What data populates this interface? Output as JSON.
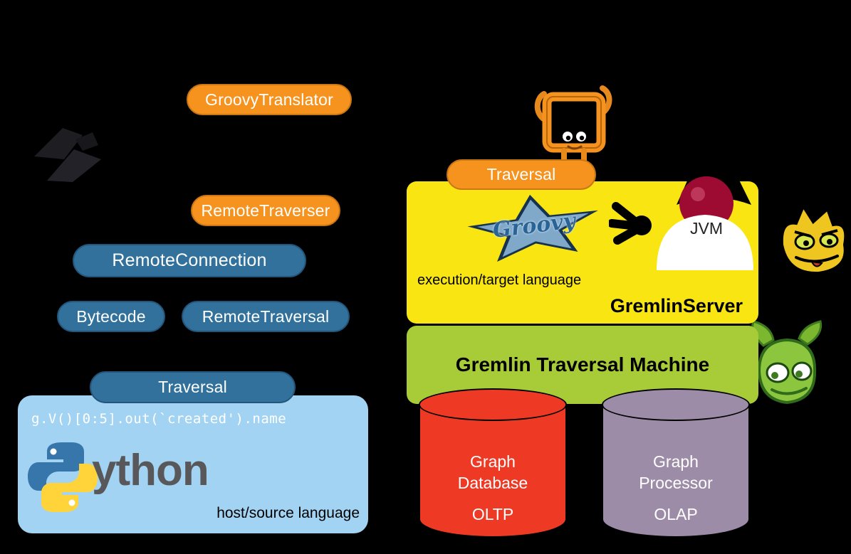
{
  "diagram": {
    "left": {
      "groovy_translator": "GroovyTranslator",
      "remote_traverser": "RemoteTraverser",
      "remote_connection": "RemoteConnection",
      "bytecode": "Bytecode",
      "remote_traversal": "RemoteTraversal",
      "traversal": "Traversal",
      "code": "g.V()[0:5].out(`created').name",
      "python_wordmark": "ython",
      "language_caption": "host/source language"
    },
    "right": {
      "traversal": "Traversal",
      "groovy_wordmark": "Groovy",
      "jvm": "JVM",
      "language_caption": "execution/target language",
      "server_label": "GremlinServer",
      "machine_label": "Gremlin Traversal Machine",
      "database": {
        "name": "Graph\nDatabase",
        "mode": "OLTP"
      },
      "processor": {
        "name": "Graph\nProcessor",
        "mode": "OLAP"
      }
    },
    "colors": {
      "background": "#000000",
      "orange": "#F6921E",
      "blue": "#31719C",
      "yellow": "#F8E511",
      "green": "#A7CC37",
      "light_blue": "#A3D3F2",
      "red_cylinder": "#EE3A24",
      "purple_cylinder": "#9D8CA7"
    },
    "icons": {
      "tinkerpop-logo": "dark angular TinkerPop glyph",
      "python-logo": "two-snake Python logo forming the letter P",
      "groovy-logo": "blue star behind cursive Groovy wordmark",
      "java-duke-icon": "Java Duke mascot with red nose and black hat",
      "gremlin-frame-mascot-icon": "orange gremlin holding a square frame",
      "gremlin-dog-mascot-icon": "yellow dog-like gremlin peeking from right edge",
      "gremlin-green-mascot-icon": "green leafy gremlin peeking beside boxes"
    }
  }
}
